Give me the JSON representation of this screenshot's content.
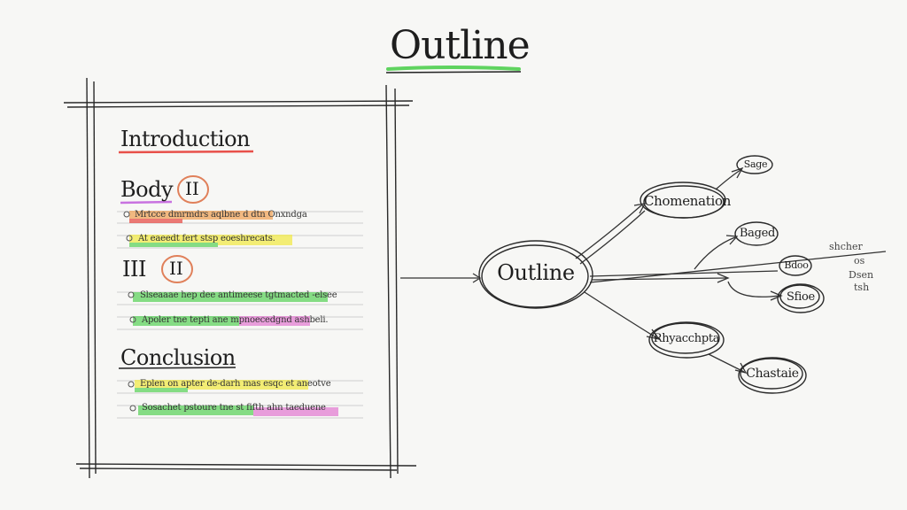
{
  "title": "Outline",
  "document": {
    "sections": [
      {
        "id": "introduction",
        "label": "Introduction"
      },
      {
        "id": "body",
        "label": "Body",
        "badge": "II"
      },
      {
        "id": "part3",
        "label": "III",
        "badge": "II"
      },
      {
        "id": "conclusion",
        "label": "Conclusion"
      }
    ],
    "notes": [
      "Mrtcce dmrmdrs aqlbne d dtn Onxndga",
      "At eaeedt fert stsp eoeshrecats.",
      "Slseaaae hep dee antimeese tgtmacted -elsee",
      "Apoler tne tepti ane mpnoecedgnd ashbeli.",
      "Eplen on apter de-darh mas esqc et aneotve",
      "Sosachet pstoure tne st fifth ahn taeduene"
    ]
  },
  "map": {
    "center": "Outline",
    "nodes": [
      "Chomenation",
      "Sage",
      "Baged",
      "Bdoo",
      "Sfioe",
      "Rhyacchpta",
      "Chastaie"
    ],
    "side_notes": [
      "shcher",
      "os",
      "Dsen",
      "tsh"
    ]
  },
  "colors": {
    "green": "#5fd35f",
    "red": "#e8504a",
    "orange": "#f0a45a",
    "yellow": "#f2ea4a",
    "purple": "#c872e0",
    "pink": "#e47fd3",
    "ink": "#1e1e1e"
  }
}
